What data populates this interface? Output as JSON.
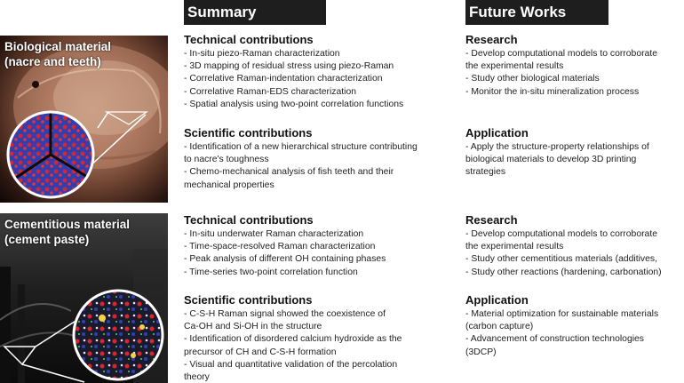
{
  "headers": {
    "summary": "Summary",
    "future": "Future Works"
  },
  "panels": {
    "biological": {
      "label_line1": "Biological material",
      "label_line2": "(nacre and teeth)"
    },
    "cementitious": {
      "label_line1": "Cementitious material",
      "label_line2": "(cement paste)"
    }
  },
  "summary": {
    "bio_technical": {
      "title": "Technical contributions",
      "items": [
        "- In-situ piezo-Raman characterization",
        "- 3D mapping of residual stress using piezo-Raman",
        "- Correlative Raman-indentation characterization",
        "- Correlative Raman-EDS characterization",
        "- Spatial analysis using two-point correlation functions"
      ]
    },
    "bio_scientific": {
      "title": "Scientific contributions",
      "items": [
        "- Identification of a new hierarchical structure contributing",
        "to nacre's toughness",
        "- Chemo-mechanical analysis of fish teeth and their",
        "mechanical properties"
      ]
    },
    "cem_technical": {
      "title": "Technical contributions",
      "items": [
        "- In-situ underwater Raman characterization",
        "- Time-space-resolved Raman characterization",
        "- Peak analysis of different OH containing phases",
        "- Time-series two-point correlation function"
      ]
    },
    "cem_scientific": {
      "title": "Scientific contributions",
      "items": [
        "- C-S-H Raman signal showed the coexistence of",
        "Ca-OH and Si-OH in the structure",
        "- Identification of disordered calcium hydroxide as the",
        "precursor of CH and C-S-H formation",
        "- Visual and quantitative validation of the percolation",
        "theory"
      ]
    }
  },
  "future": {
    "bio_research": {
      "title": "Research",
      "items": [
        "- Develop computational models to corroborate",
        "the experimental results",
        "- Study other biological materials",
        "- Monitor the in-situ mineralization process"
      ]
    },
    "bio_application": {
      "title": "Application",
      "items": [
        "- Apply the structure-property relationships of",
        "biological materials to develop 3D printing",
        "strategies"
      ]
    },
    "cem_research": {
      "title": "Research",
      "items": [
        "- Develop computational models to corroborate",
        "the experimental results",
        "- Study other cementitious materials (additives,",
        "- Study other reactions (hardening, carbonation)"
      ]
    },
    "cem_application": {
      "title": "Application",
      "items": [
        "- Material optimization for sustainable materials",
        "(carbon capture)",
        "- Advancement of construction technologies",
        "(3DCP)"
      ]
    }
  },
  "colors": {
    "header_bg": "#1e1e1e",
    "header_text": "#ffffff",
    "raman_red": "#d9262c",
    "raman_blue": "#2f3fb0"
  }
}
